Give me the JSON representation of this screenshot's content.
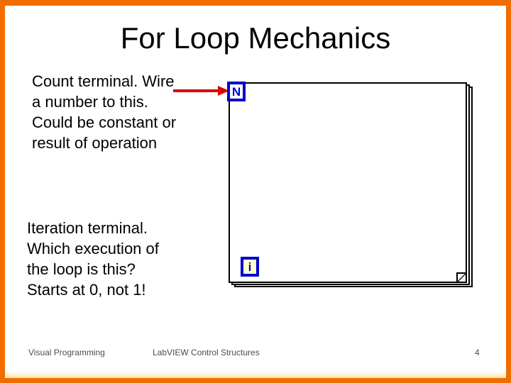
{
  "slide": {
    "title": "For Loop Mechanics",
    "count_note": {
      "lines": [
        "Count terminal. Wire",
        "a number to this.",
        "Could be constant or",
        "result of operation"
      ]
    },
    "iteration_note": {
      "lines": [
        "Iteration terminal.",
        "Which execution of",
        "the loop is this?",
        "Starts at 0, not 1!"
      ]
    },
    "loop": {
      "count_terminal": "N",
      "iteration_terminal": "i"
    },
    "footer": {
      "left": "Visual Programming",
      "center": "LabVIEW Control Structures",
      "page_number": "4"
    },
    "icons": {
      "arrow": "red-arrow-right-icon",
      "folded_corner": "folded-corner-icon"
    },
    "colors": {
      "frame_orange": "#F26D00",
      "terminal_blue": "#0000CC",
      "iteration_fill": "#FFFFCC",
      "arrow_red": "#E00000",
      "footer_text": "#4D4D4D"
    }
  }
}
